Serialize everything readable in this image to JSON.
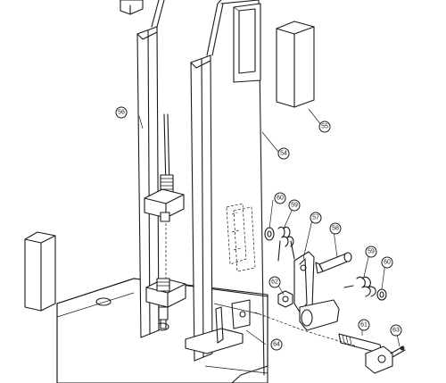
{
  "diagram": {
    "callouts": [
      {
        "id": "c55",
        "label": "55"
      },
      {
        "id": "c56",
        "label": "56"
      },
      {
        "id": "c54",
        "label": "54"
      },
      {
        "id": "c60a",
        "label": "60"
      },
      {
        "id": "c59a",
        "label": "59"
      },
      {
        "id": "c57",
        "label": "57"
      },
      {
        "id": "c58",
        "label": "58"
      },
      {
        "id": "c59b",
        "label": "59"
      },
      {
        "id": "c60b",
        "label": "60"
      },
      {
        "id": "c62",
        "label": "62"
      },
      {
        "id": "c61",
        "label": "61"
      },
      {
        "id": "c63",
        "label": "63"
      },
      {
        "id": "c64",
        "label": "64"
      }
    ]
  }
}
